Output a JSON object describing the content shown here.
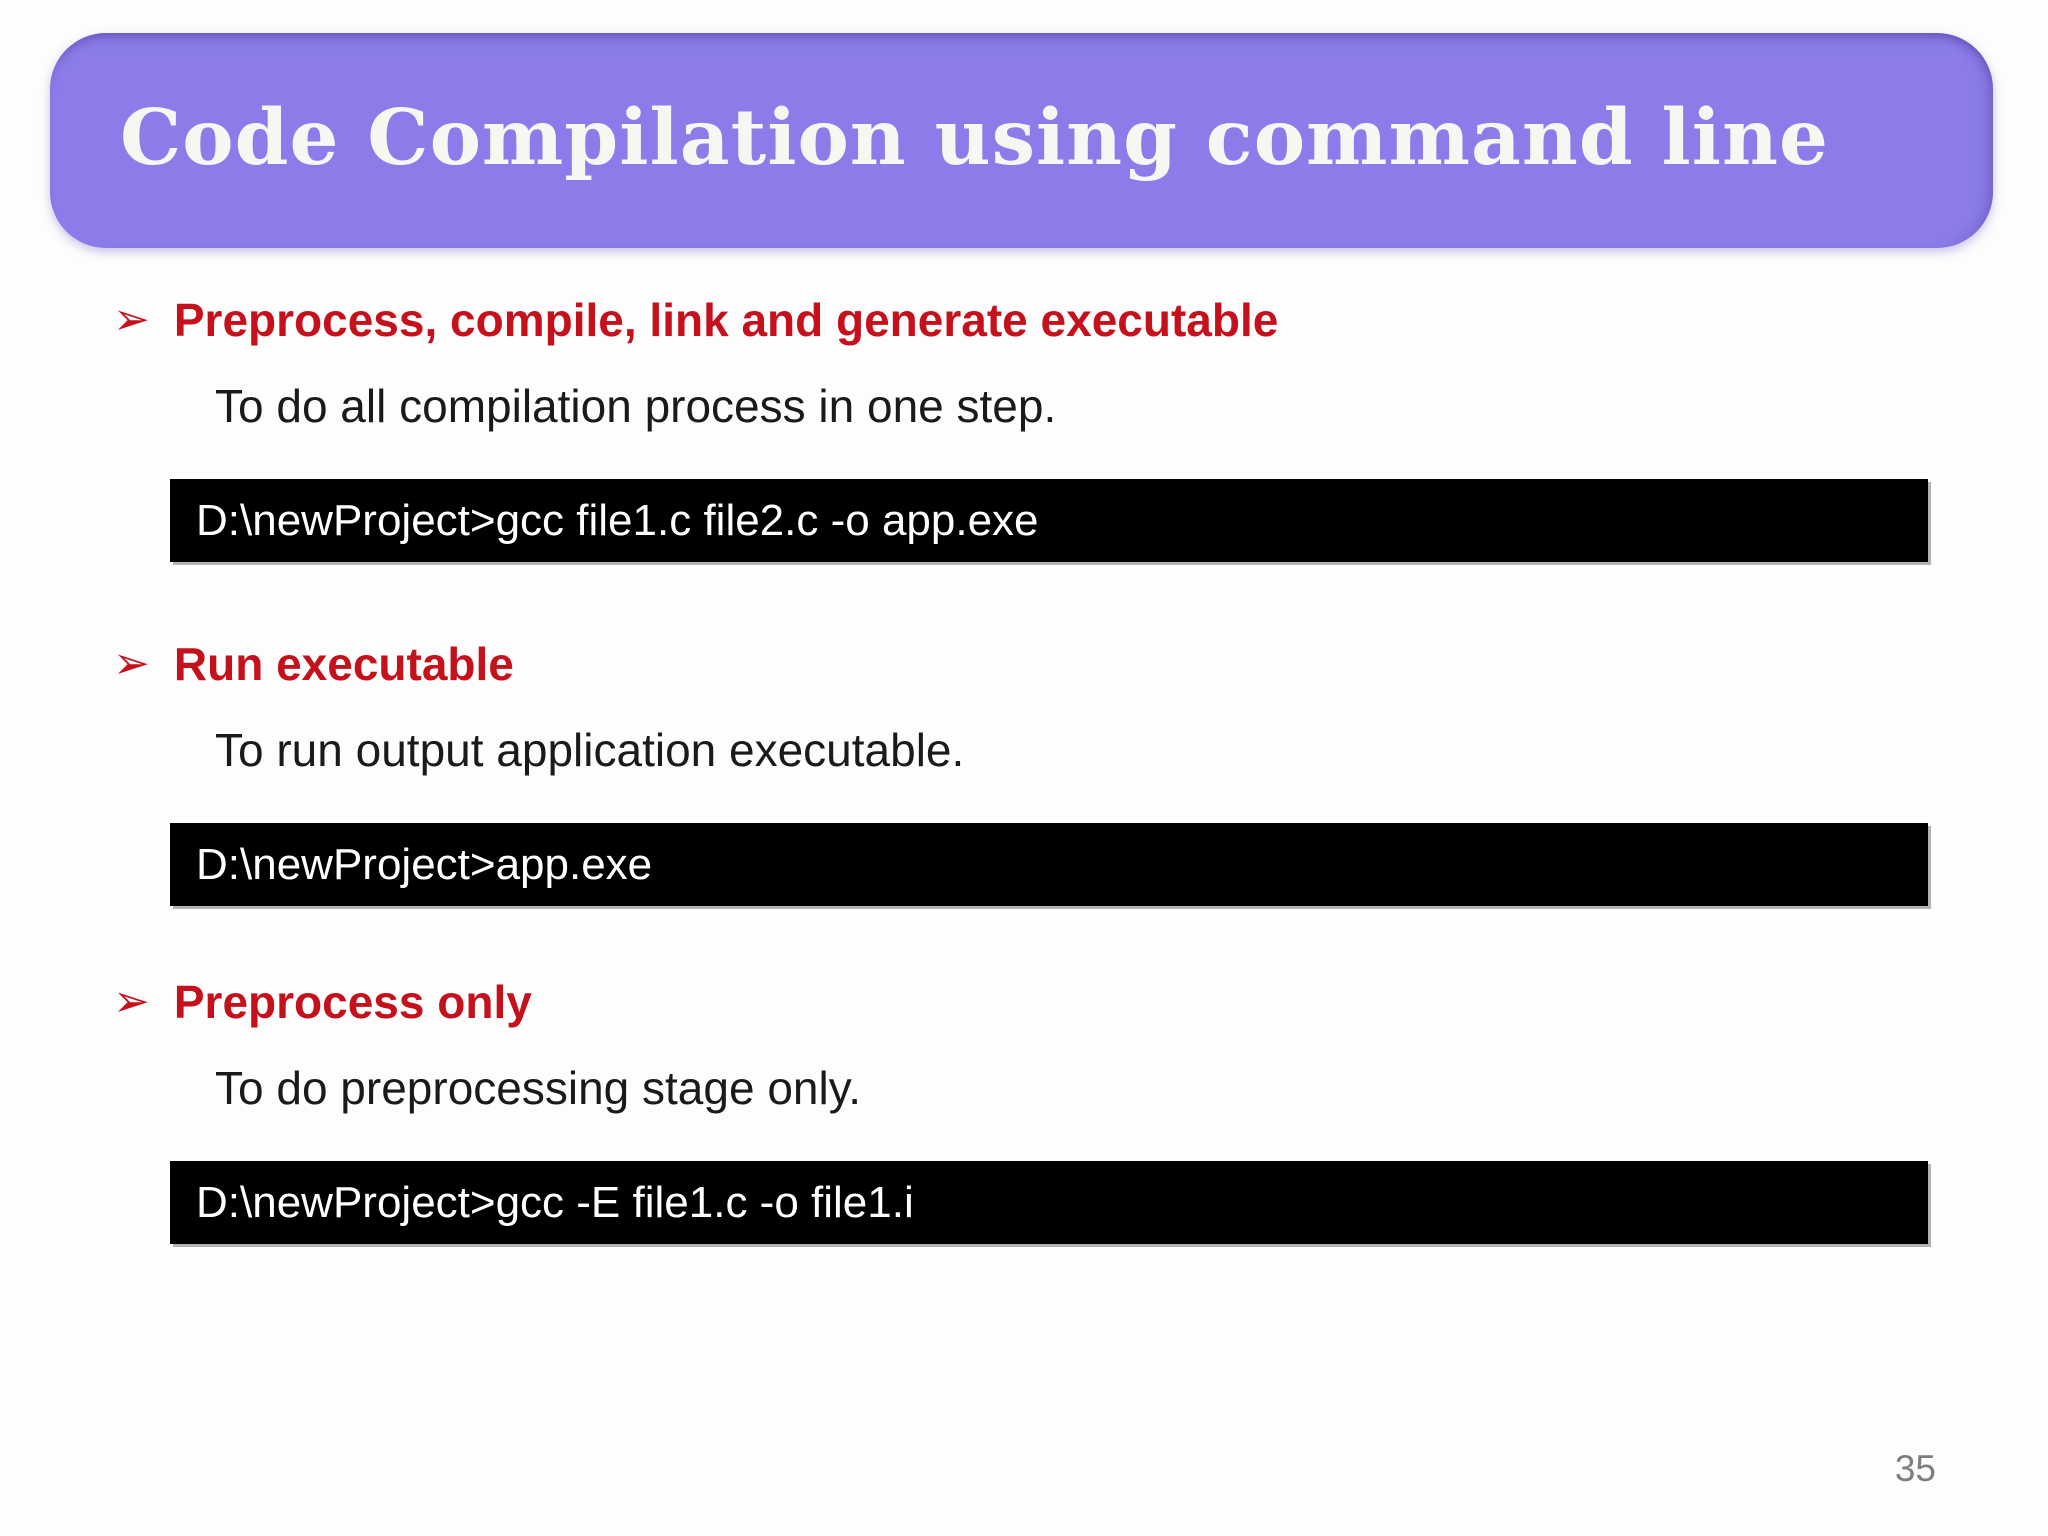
{
  "slide": {
    "title": "Code Compilation using command line",
    "bullet_icon": "➢",
    "page_number": "35",
    "colors": {
      "banner_purple": "#8b7ce9",
      "heading_red": "#c4111c",
      "body_text": "#1a1a1a",
      "code_background": "#000000",
      "code_text": "#ffffff",
      "page_number_gray": "#7e7e83"
    },
    "sections": [
      {
        "heading": "Preprocess, compile, link and generate executable",
        "description": "To do all compilation process in one step.",
        "command": "D:\\newProject>gcc file1.c file2.c -o app.exe"
      },
      {
        "heading": "Run executable",
        "description": "To run output application executable.",
        "command": "D:\\newProject>app.exe"
      },
      {
        "heading": "Preprocess only",
        "description": "To do preprocessing stage only.",
        "command": "D:\\newProject>gcc -E file1.c -o file1.i"
      }
    ]
  }
}
